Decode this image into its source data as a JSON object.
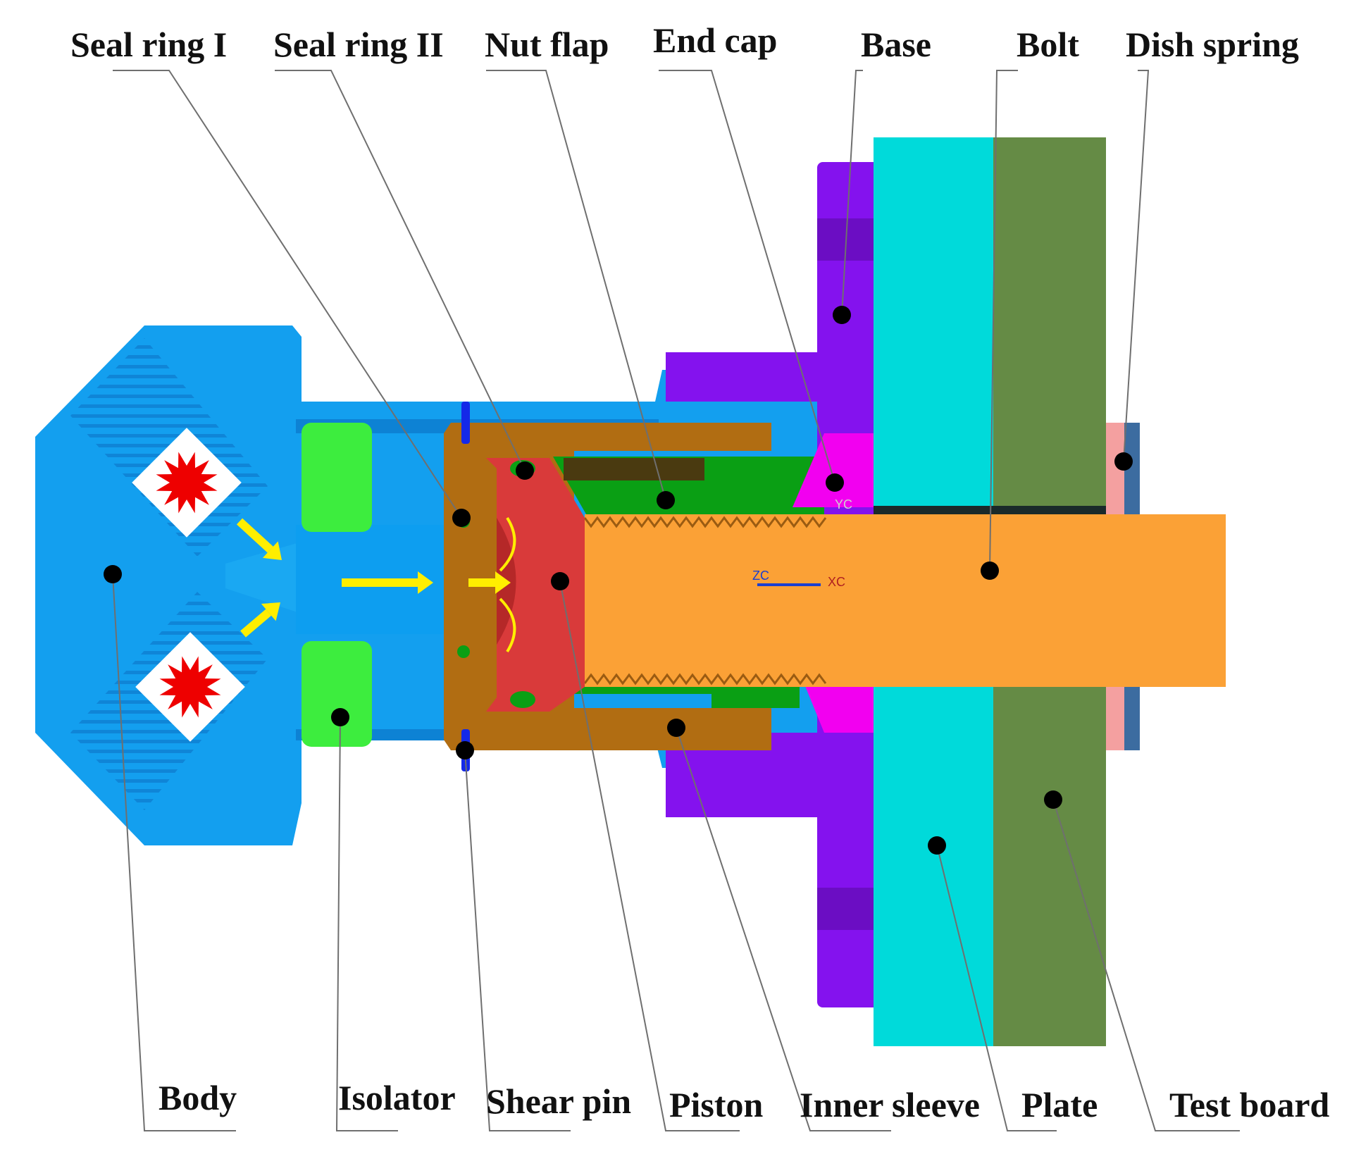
{
  "labels": {
    "top": {
      "seal_ring_1": "Seal ring I",
      "seal_ring_2": "Seal ring II",
      "nut_flap": "Nut flap",
      "end_cap": "End cap",
      "base": "Base",
      "bolt": "Bolt",
      "dish_spring": "Dish spring"
    },
    "bottom": {
      "body": "Body",
      "isolator": "Isolator",
      "shear_pin": "Shear pin",
      "piston": "Piston",
      "inner_sleeve": "Inner sleeve",
      "plate": "Plate",
      "test_board": "Test board"
    }
  },
  "axis_marks": {
    "zc": "ZC",
    "xc": "XC",
    "yc": "YC"
  },
  "colors": {
    "body": "#139fef",
    "isolator": "#3ded3e",
    "piston": "#d93a3a",
    "inner_sleeve": "#b16d12",
    "nut_flap": "#0a9f14",
    "base": "#8412ee",
    "end_cap": "#f200f0",
    "bolt": "#fba136",
    "plate": "#00dada",
    "test_board": "#658b45",
    "dish_spring_pink": "#f4a0a0",
    "dish_spring_blue": "#3c6ca0",
    "shear_pin": "#1429e8",
    "flow_arrow": "#ffee00",
    "charge_burst": "#ee0000"
  }
}
